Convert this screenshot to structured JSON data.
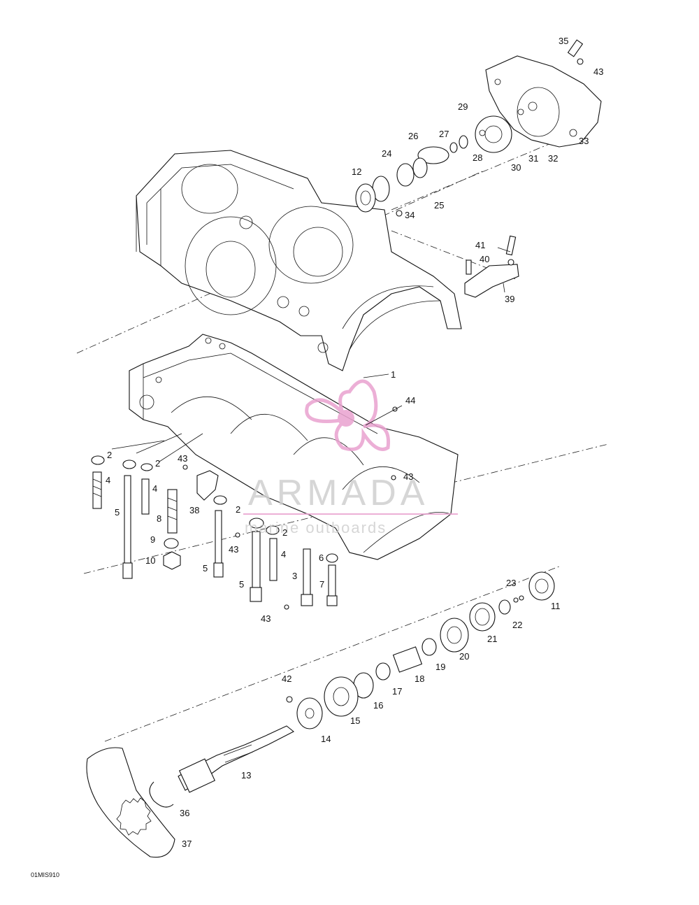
{
  "callouts": [
    {
      "id": "35",
      "text": "35"
    },
    {
      "id": "43a",
      "text": "43"
    },
    {
      "id": "29",
      "text": "29"
    },
    {
      "id": "27",
      "text": "27"
    },
    {
      "id": "26",
      "text": "26"
    },
    {
      "id": "24",
      "text": "24"
    },
    {
      "id": "12",
      "text": "12"
    },
    {
      "id": "28",
      "text": "28"
    },
    {
      "id": "30",
      "text": "30"
    },
    {
      "id": "31",
      "text": "31"
    },
    {
      "id": "32",
      "text": "32"
    },
    {
      "id": "33",
      "text": "33"
    },
    {
      "id": "25",
      "text": "25"
    },
    {
      "id": "34",
      "text": "34"
    },
    {
      "id": "41",
      "text": "41"
    },
    {
      "id": "40",
      "text": "40"
    },
    {
      "id": "39",
      "text": "39"
    },
    {
      "id": "1",
      "text": "1"
    },
    {
      "id": "44",
      "text": "44"
    },
    {
      "id": "43b",
      "text": "43"
    },
    {
      "id": "43c",
      "text": "43"
    },
    {
      "id": "2a",
      "text": "2"
    },
    {
      "id": "2b",
      "text": "2"
    },
    {
      "id": "2c",
      "text": "2"
    },
    {
      "id": "2d",
      "text": "2"
    },
    {
      "id": "4a",
      "text": "4"
    },
    {
      "id": "4b",
      "text": "4"
    },
    {
      "id": "4c",
      "text": "4"
    },
    {
      "id": "5a",
      "text": "5"
    },
    {
      "id": "5b",
      "text": "5"
    },
    {
      "id": "5c",
      "text": "5"
    },
    {
      "id": "8",
      "text": "8"
    },
    {
      "id": "38",
      "text": "38"
    },
    {
      "id": "9",
      "text": "9"
    },
    {
      "id": "10",
      "text": "10"
    },
    {
      "id": "43d",
      "text": "43"
    },
    {
      "id": "3",
      "text": "3"
    },
    {
      "id": "6",
      "text": "6"
    },
    {
      "id": "7",
      "text": "7"
    },
    {
      "id": "43e",
      "text": "43"
    },
    {
      "id": "23",
      "text": "23"
    },
    {
      "id": "11",
      "text": "11"
    },
    {
      "id": "22",
      "text": "22"
    },
    {
      "id": "21",
      "text": "21"
    },
    {
      "id": "20",
      "text": "20"
    },
    {
      "id": "19",
      "text": "19"
    },
    {
      "id": "18",
      "text": "18"
    },
    {
      "id": "17",
      "text": "17"
    },
    {
      "id": "16",
      "text": "16"
    },
    {
      "id": "15",
      "text": "15"
    },
    {
      "id": "14",
      "text": "14"
    },
    {
      "id": "42",
      "text": "42"
    },
    {
      "id": "13",
      "text": "13"
    },
    {
      "id": "36",
      "text": "36"
    },
    {
      "id": "37",
      "text": "37"
    }
  ],
  "figure_code": "01MIS910",
  "watermark": {
    "title": "ARMADA",
    "subtitle": "marine outboards",
    "color": "#e9a2cf"
  }
}
